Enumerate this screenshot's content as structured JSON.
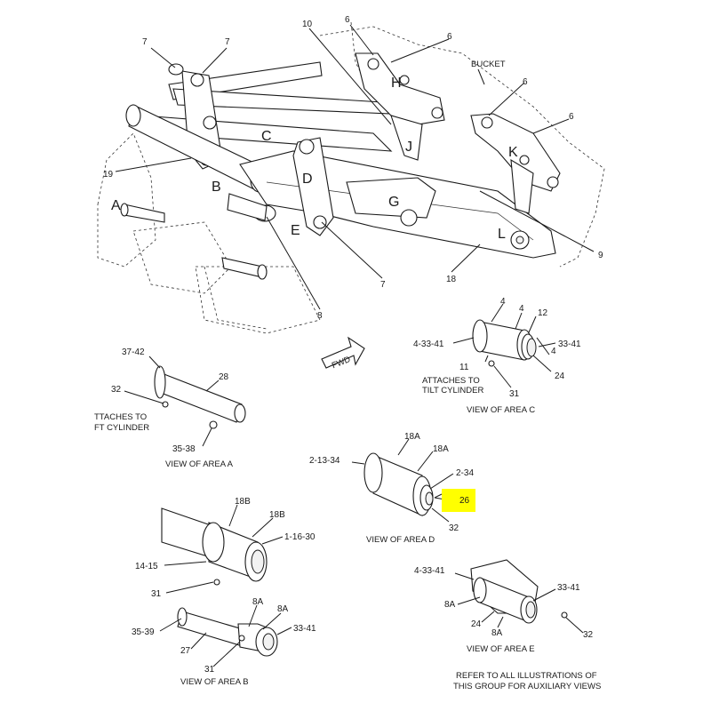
{
  "diagram": {
    "area_letters": [
      "A",
      "B",
      "C",
      "D",
      "E",
      "G",
      "H",
      "J",
      "K",
      "L"
    ],
    "main_callouts": {
      "c7a": "7",
      "c7b": "7",
      "c10": "10",
      "c6a": "6",
      "c6b": "6",
      "c6c": "6",
      "c6d": "6",
      "c19": "19",
      "c9": "9",
      "c18": "18",
      "c7c": "7",
      "c8": "8"
    },
    "bucket_label": "BUCKET",
    "fwd_label": "FWD",
    "view_c": {
      "callouts": [
        "4",
        "4",
        "12",
        "4",
        "4-33-41",
        "33-41",
        "11",
        "31",
        "24"
      ],
      "note_line1": "ATTACHES TO",
      "note_line2": "TILT CYLINDER",
      "caption": "VIEW OF AREA  C"
    },
    "view_a": {
      "callouts": [
        "37-42",
        "28",
        "32",
        "35-38"
      ],
      "note_line1": "TTACHES TO",
      "note_line2": "FT CYLINDER",
      "caption": "VIEW OF AREA  A"
    },
    "view_d": {
      "callouts": [
        "18A",
        "18A",
        "2-13-34",
        "2-34",
        "26",
        "32"
      ],
      "highlighted_callout": "26",
      "caption": "VIEW OF AREA  D"
    },
    "view_b": {
      "callouts": [
        "18B",
        "18B",
        "1-16-30",
        "14-15",
        "31",
        "8A",
        "8A",
        "35-39",
        "33-41",
        "27",
        "31"
      ],
      "caption": "VIEW OF AREA  B"
    },
    "view_e": {
      "callouts": [
        "4-33-41",
        "33-41",
        "8A",
        "24",
        "8A",
        "32"
      ],
      "caption": "VIEW OF AREA  E"
    },
    "footer_line1": "REFER TO ALL ILLUSTRATIONS OF",
    "footer_line2": "THIS GROUP FOR AUXILIARY VIEWS"
  },
  "colors": {
    "highlight": "#ffff00",
    "ink": "#1a1a1a"
  }
}
